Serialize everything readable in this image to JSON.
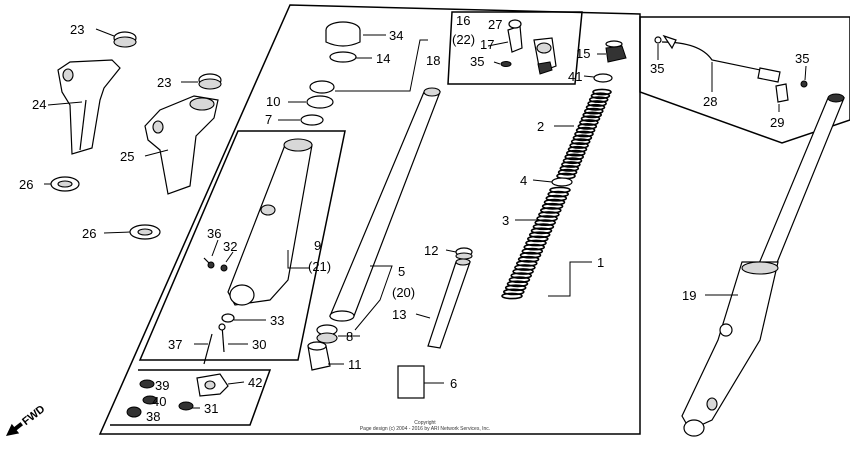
{
  "callouts": {
    "c23a": "23",
    "c24": "24",
    "c23b": "23",
    "c25": "25",
    "c26a": "26",
    "c26b": "26",
    "c34": "34",
    "c14": "14",
    "c18": "18",
    "c10": "10",
    "c7": "7",
    "c9": "9",
    "c21": "(21)",
    "c36": "36",
    "c32": "32",
    "c33": "33",
    "c37": "37",
    "c30": "30",
    "c39": "39",
    "c40": "40",
    "c38": "38",
    "c42": "42",
    "c31": "31",
    "c16": "16",
    "c22": "(22)",
    "c27": "27",
    "c17": "17",
    "c35a": "35",
    "c15": "15",
    "c41": "41",
    "c2": "2",
    "c4": "4",
    "c3": "3",
    "c1": "1",
    "c12": "12",
    "c5": "5",
    "c20": "(20)",
    "c13": "13",
    "c8": "8",
    "c11": "11",
    "c6": "6",
    "c35b": "35",
    "c28": "28",
    "c35c": "35",
    "c29": "29",
    "c19": "19"
  },
  "direction_label": "FWD",
  "copyright": {
    "line1": "Copyright",
    "line2": "Page design (c) 2004 - 2016 by ARI Network Services, Inc."
  }
}
